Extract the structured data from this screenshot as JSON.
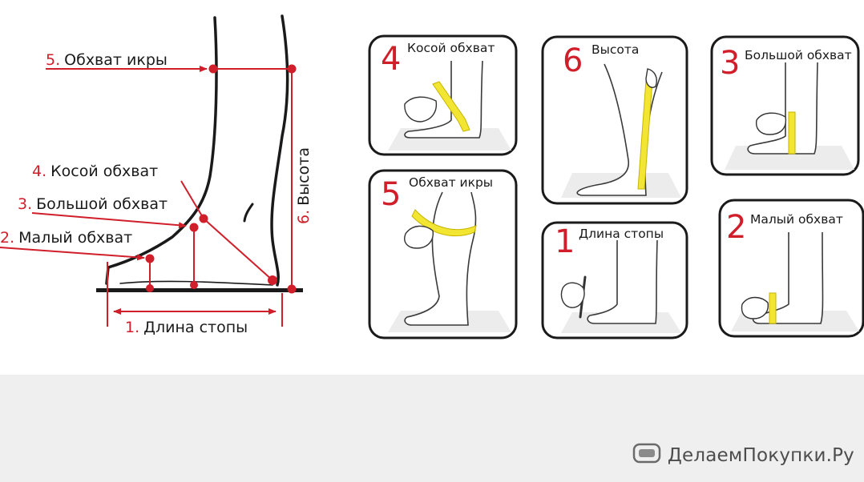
{
  "left_diagram": {
    "labels": [
      {
        "num": "5.",
        "text": "Обхват икры"
      },
      {
        "num": "4.",
        "text": "Косой обхват"
      },
      {
        "num": "3.",
        "text": "Большой обхват"
      },
      {
        "num": "2.",
        "text": "Малый обхват"
      },
      {
        "num": "1.",
        "text": "Длина стопы"
      },
      {
        "num": "6.",
        "text": "Высота"
      }
    ]
  },
  "cards": [
    {
      "num": "4",
      "caption": "Косой обхват"
    },
    {
      "num": "6",
      "caption": "Высота"
    },
    {
      "num": "3",
      "caption": "Большой обхват"
    },
    {
      "num": "5",
      "caption": "Обхват икры"
    },
    {
      "num": "1",
      "caption": "Длина стопы"
    },
    {
      "num": "2",
      "caption": "Малый обхват"
    }
  ],
  "watermark": {
    "text": "ДелаемПокупки.Ру",
    "icon": "chat-bubble-icon"
  },
  "colors": {
    "accent": "#d01f2a",
    "tape": "#f3e632",
    "outline": "#1a1a1a"
  }
}
